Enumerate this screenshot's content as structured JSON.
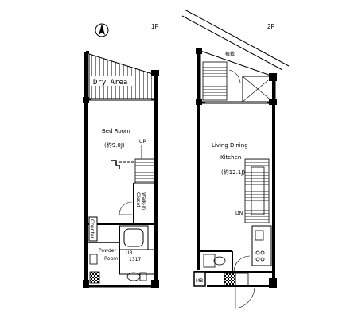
{
  "floors": {
    "first": {
      "label": "1F",
      "rooms": {
        "dry_area": "Dry Area",
        "bed_room": "Bed Room",
        "bed_room_size": "(約9.0J)",
        "up": "UP",
        "closet_line1": "Walk-in",
        "closet_line2": "Closet",
        "counter": "Counter",
        "powder_line1": "Powder",
        "powder_line2": "Room",
        "ub_line1": "UB",
        "ub_line2": "1317"
      }
    },
    "second": {
      "label": "2F",
      "rooms": {
        "terrace": "植栽",
        "ldk_line1": "Living Dining",
        "ldk_line2": "Kitchen",
        "ldk_size": "(約12.1J)",
        "dn": "DN",
        "mb": "MB"
      }
    }
  },
  "compass": {
    "icon": "north-arrow-icon"
  }
}
